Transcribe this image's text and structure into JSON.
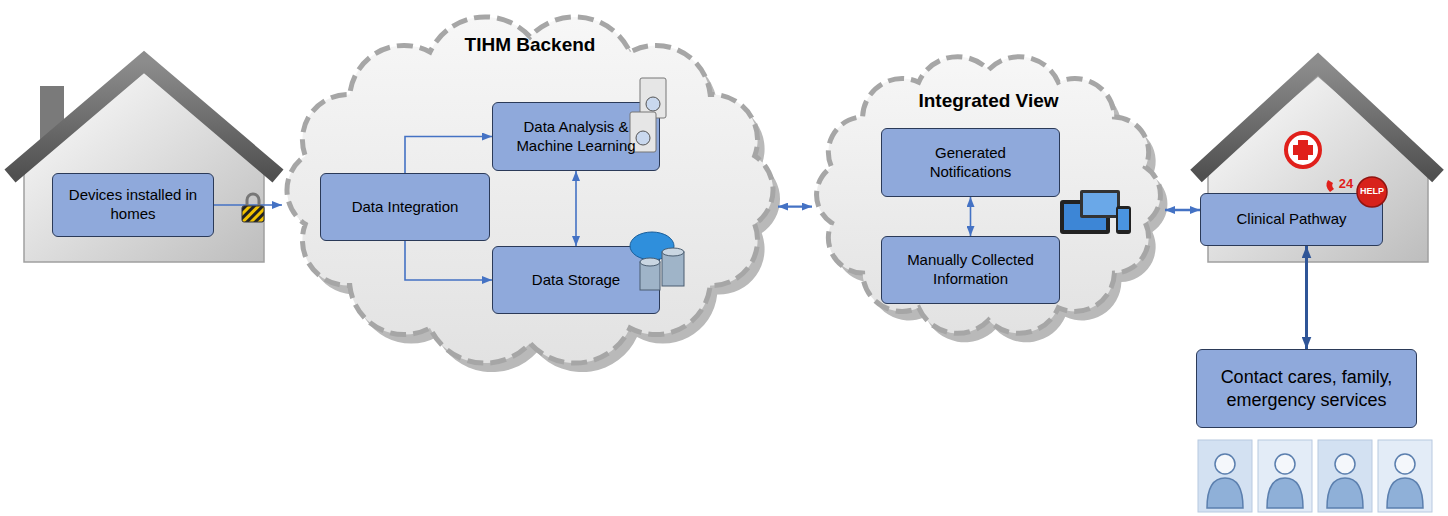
{
  "diagram": {
    "nodes": [
      {
        "text": [
          "Devices installed in homes"
        ]
      },
      {
        "text": [
          "TIHM Backend"
        ]
      },
      {
        "text": [
          "Data Integration"
        ],
        "in": 1
      },
      {
        "text": [
          "Data Analysis & Machine Learning"
        ],
        "in": 1
      },
      {
        "text": [
          "Data Storage"
        ],
        "in": 1
      },
      {
        "text": [
          "Integrated View"
        ]
      },
      {
        "text": [
          "Generated Notifications"
        ],
        "in": 5
      },
      {
        "text": [
          "Manually Collected Information"
        ],
        "in": 5
      },
      {
        "text": [
          "Clinical Pathway"
        ]
      },
      {
        "text": [
          "Contact cares, family, emergency services"
        ]
      }
    ],
    "edges": [
      {
        "from": 0,
        "to": 1,
        "arrow": "to"
      },
      {
        "from": 2,
        "to": 3,
        "arrow": "to"
      },
      {
        "from": 2,
        "to": 4,
        "arrow": "to"
      },
      {
        "from": 3,
        "to": 4,
        "arrow": "both"
      },
      {
        "from": 1,
        "to": 5,
        "arrow": "both"
      },
      {
        "from": 6,
        "to": 7,
        "arrow": "both"
      },
      {
        "from": 5,
        "to": 8,
        "arrow": "both"
      },
      {
        "from": 8,
        "to": 9,
        "arrow": "both"
      }
    ],
    "labels": [
      "24",
      "HELP"
    ]
  }
}
